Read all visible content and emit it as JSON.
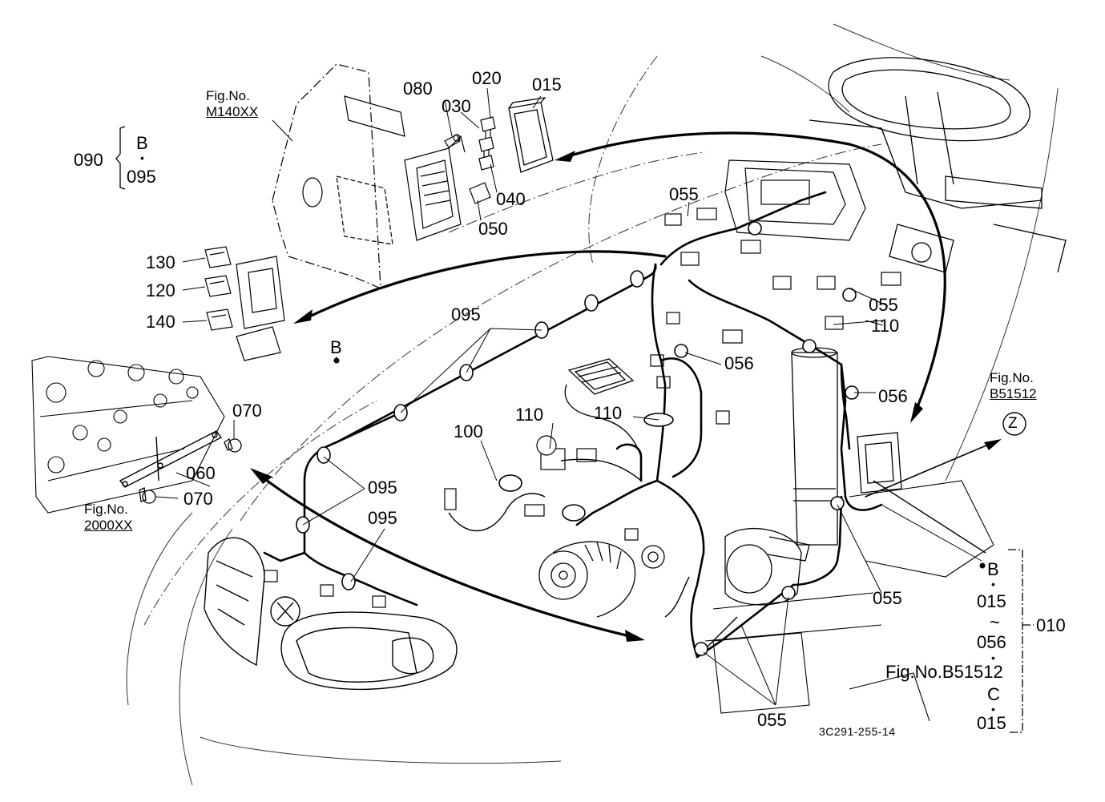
{
  "figure_refs": {
    "m140": {
      "label": "Fig.No.",
      "number": "M140XX"
    },
    "b51512_top": {
      "label": "Fig.No.",
      "number": "B51512",
      "marker": "Z"
    },
    "f2000": {
      "label": "Fig.No.",
      "number": "2000XX"
    }
  },
  "bracket_090": {
    "main": "090",
    "top": "B",
    "bottom": "095"
  },
  "bracket_010": {
    "main": "010",
    "b": "B",
    "from": "015",
    "tilde": "~",
    "to": "056",
    "fig": "Fig.No.B51512",
    "c": "C",
    "c_part": "015"
  },
  "parts": {
    "p015": "015",
    "p020": "020",
    "p030": "030",
    "p040": "040",
    "p050": "050",
    "p055": "055",
    "p056": "056",
    "p060": "060",
    "p070": "070",
    "p080": "080",
    "p095": "095",
    "p100": "100",
    "p110": "110",
    "p120": "120",
    "p130": "130",
    "p140": "140",
    "callout_b": "B"
  },
  "drawing_code": "3C291-255-14"
}
